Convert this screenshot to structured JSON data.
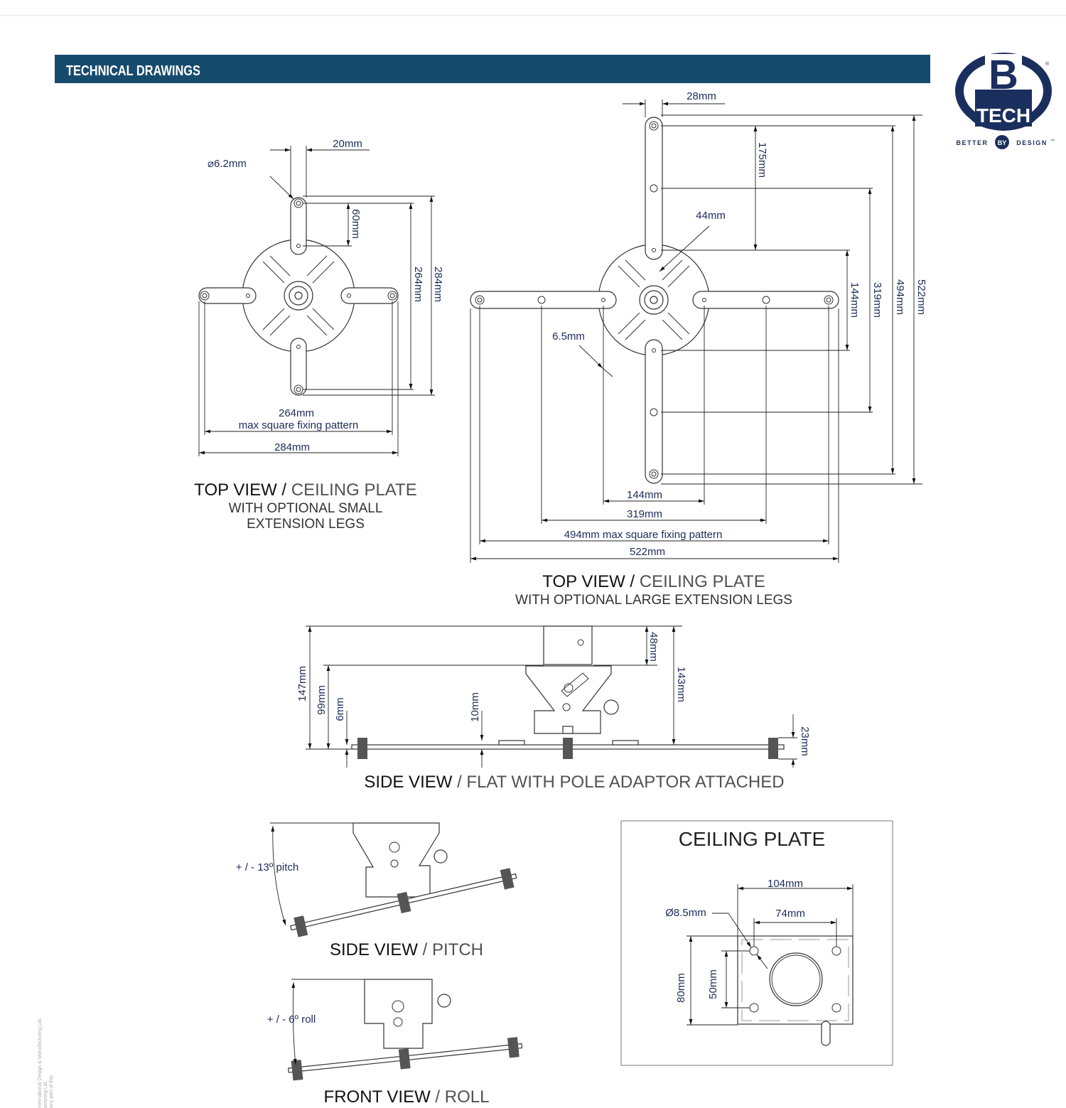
{
  "header": {
    "title": "TECHNICAL DRAWINGS",
    "bar_color": "#174b6d"
  },
  "logo": {
    "letter": "B",
    "word": "TECH",
    "tagline_left": "BETTER",
    "tagline_mid": "BY",
    "tagline_right": "DESIGN",
    "trademark": "™",
    "registered": "®",
    "color": "#1b2f5e"
  },
  "top_small": {
    "dims": {
      "width_leg": "20mm",
      "hole": "⌀6.2mm",
      "leg_offset": "60mm",
      "v_inner": "264mm",
      "v_outer": "284mm",
      "h_inner": "264mm",
      "h_inner_note": "max square fixing pattern",
      "h_outer": "284mm"
    },
    "title_bold": "TOP VIEW /",
    "title_light": " CEILING PLATE",
    "subtitle_1": "WITH OPTIONAL SMALL",
    "subtitle_2": "EXTENSION LEGS"
  },
  "top_large": {
    "dims": {
      "width_leg": "28mm",
      "v_175": "175mm",
      "d_44": "44mm",
      "d_65": "6.5mm",
      "v_144": "144mm",
      "v_319": "319mm",
      "v_494": "494mm",
      "v_522": "522mm",
      "h_144": "144mm",
      "h_319": "319mm",
      "h_494": "494mm max square fixing pattern",
      "h_522": "522mm"
    },
    "title_bold": "TOP VIEW /",
    "title_light": " CEILING PLATE",
    "subtitle": "WITH OPTIONAL LARGE EXTENSION LEGS"
  },
  "side_flat": {
    "dims": {
      "h147": "147mm",
      "h99": "99mm",
      "h6": "6mm",
      "h10": "10mm",
      "h48": "48mm",
      "h143": "143mm",
      "h23": "23mm"
    },
    "title_bold": "SIDE VIEW",
    "title_light": " / FLAT WITH POLE ADAPTOR ATTACHED"
  },
  "side_pitch": {
    "angle_label": "+ / - 13º pitch",
    "title_bold": "SIDE VIEW",
    "title_light": " / PITCH"
  },
  "front_roll": {
    "angle_label": "+ / - 6º roll",
    "title_bold": "FRONT VIEW",
    "title_light": " / ROLL"
  },
  "ceiling_plate": {
    "title": "CEILING PLATE",
    "dims": {
      "w104": "104mm",
      "hole": "Ø8.5mm",
      "w74": "74mm",
      "h80": "80mm",
      "h50": "50mm"
    }
  },
  "legal": {
    "line_1": "nternational Design & Manufacturing Ltd.",
    "line_2": "acturing Ltd.",
    "line_3": "any part of this"
  }
}
